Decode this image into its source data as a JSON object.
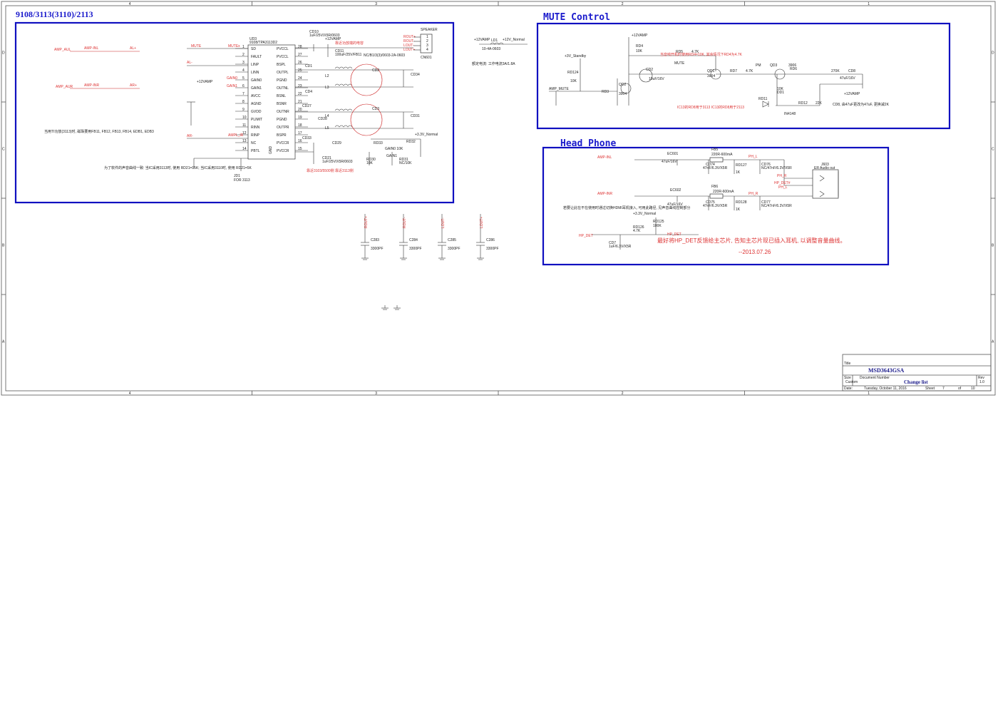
{
  "sections": {
    "amp_title": "9108/3113(3110)/2113",
    "mute_title": "MUTE Control",
    "hp_title": "Head Phone"
  },
  "amp": {
    "ic_ref": "UD3",
    "ic_part": "9108/TPA3113D2",
    "pins_left": [
      {
        "name": "SD",
        "num": "1"
      },
      {
        "name": "FAULT",
        "num": "2"
      },
      {
        "name": "LINP",
        "num": "3"
      },
      {
        "name": "LINN",
        "num": "4"
      },
      {
        "name": "GAIN0",
        "num": "5"
      },
      {
        "name": "GAIN1",
        "num": "6"
      },
      {
        "name": "AVCC",
        "num": "7"
      },
      {
        "name": "AGND",
        "num": "8"
      },
      {
        "name": "GVDD",
        "num": "9"
      },
      {
        "name": "PLIMIT",
        "num": "10"
      },
      {
        "name": "RINN",
        "num": "11"
      },
      {
        "name": "RINP",
        "num": "12"
      },
      {
        "name": "NC",
        "num": "13"
      },
      {
        "name": "PBTL",
        "num": "14"
      }
    ],
    "pins_right": [
      {
        "name": "PVCCL",
        "num": "28"
      },
      {
        "name": "PVCCL",
        "num": "27"
      },
      {
        "name": "BSPL",
        "num": "26"
      },
      {
        "name": "OUTPL",
        "num": "25"
      },
      {
        "name": "PGND",
        "num": "24"
      },
      {
        "name": "OUTNL",
        "num": "23"
      },
      {
        "name": "BSNL",
        "num": "22"
      },
      {
        "name": "BSNR",
        "num": "21"
      },
      {
        "name": "OUTNR",
        "num": "20"
      },
      {
        "name": "PGND",
        "num": "19"
      },
      {
        "name": "OUTPR",
        "num": "18"
      },
      {
        "name": "BSPR",
        "num": "17"
      },
      {
        "name": "PVCCR",
        "num": "16"
      },
      {
        "name": "PVCCR",
        "num": "15"
      }
    ],
    "gnd_pin": "GND",
    "nets": [
      "AMP_AUL",
      "AMP-INL",
      "AL+",
      "AMP_AUR",
      "AMP-INR",
      "AR+",
      "MUTE",
      "MUTEx",
      "AL-",
      "AR-",
      "+12VAMP",
      "GAIN0",
      "GAIN1",
      "AMPL_IR"
    ],
    "speaker": {
      "title": "SPEAKER",
      "ref": "CN601",
      "pins": [
        "ROUT+",
        "ROUT-",
        "LOUT-",
        "LOUT+"
      ]
    },
    "jd1": {
      "ref": "JD1",
      "value": "FOR 3113"
    },
    "labels": [
      "CD10",
      "1uF/25V/X5R/0603",
      "+12VAMP",
      "CD11",
      "100uF/25V/FB11",
      "NC/B1/3(3)/0603-2A-0603",
      "CD1",
      "CD4",
      "CD2",
      "CD3",
      "L2",
      "L3",
      "L4",
      "L5",
      "CD27",
      "CD28",
      "CD29",
      "CD33",
      "CD34",
      "CD31",
      "RD32",
      "RD33",
      "RD30",
      "RD31",
      "CD21",
      "1uF/25V/X5R/0603",
      "+3.3V_Normal",
      "GAIN0 10K",
      "GAIN1",
      "10K",
      "NC/10K"
    ],
    "note1": "当用TI功放(3113)时, 磁珠要用FB11, FB12, FB13, FB14, EDB1, EDB3",
    "note2": "为了软件的声音曲线一致: 当IC采用3113时, 使用 RD21=15K; 当IC采用3110时, 使用 RD21=5K",
    "note3": "靠近3103/5500侧 靠近3113侧",
    "note4": "靠近功放端的电容"
  },
  "power": {
    "net_a": "+12VAMP",
    "ref": "LD1",
    "net_b": "+12V_Normal",
    "value": "10-4A-0603",
    "note": "额定电流: 工作电流3A/1.8A"
  },
  "caps_bottom": [
    {
      "net": "ROUT+",
      "ref": "C283",
      "value": "3300PF"
    },
    {
      "net": "ROUT-",
      "ref": "C284",
      "value": "3300PF"
    },
    {
      "net": "LOUT-",
      "ref": "C285",
      "value": "3300PF"
    },
    {
      "net": "LOUT+",
      "ref": "C286",
      "value": "3300PF"
    }
  ],
  "mute": {
    "labels": [
      "+12VAMP",
      "RD4",
      "10K",
      "RD5",
      "4.7K",
      "+3V_Standby",
      "RD124",
      "10K",
      "AMP_MUTE",
      "RD3",
      "QD2",
      "3904",
      "CD2",
      "10uF/16V",
      "QD1",
      "3904",
      "RD7",
      "4.7K",
      "PM",
      "QD3",
      "3906",
      "RD6",
      "270K",
      "CD8",
      "47uF/16V",
      "+12VAMP",
      "RD11",
      "10K",
      "DD1",
      "IN4148",
      "RD12",
      "22K",
      "MUTE"
    ],
    "note_red1": "当音响开机时使用RD4=10K, 其余情况下RD4为4.7K",
    "note_red2": "IC13的RD8用于3113 IC13的RD8用于2113",
    "note_gray": "CD8, 由47uF更改为47uF, 更换减2K"
  },
  "headphone": {
    "labels": [
      "AMP-INL",
      "EC601",
      "47uF/16V",
      "FB5",
      "220R-600mA",
      "CD74",
      "47nF/6.3V/X5R",
      "RD127",
      "1K",
      "CD76",
      "NC/47nF/6.3V/X5R",
      "PH_L",
      "J603",
      "ER Audio out",
      "PH_R",
      "HP_DET#",
      "PH_L",
      "AMP-INR",
      "EC602",
      "47uF/16V",
      "FB6",
      "220R-600mA",
      "CD75",
      "47nF/6.3V/X5R",
      "RD128",
      "1K",
      "CD77",
      "NC/47nF/6.3V/X5R",
      "PH_R",
      "+3.3V_Normal",
      "RD125",
      "100K",
      "HP_DET",
      "RD126",
      "4.7K",
      "HP_DET",
      "CD7",
      "1uF/6.3V/X5R"
    ],
    "note_gray": "若要让此在不在使用时通过切换HDMI耳机接入, 可用此路径, 见声音曲线控制部分",
    "note_red": "最好将HP_DET反馈给主芯片, 告知主芯片现已插入耳机, 以调整音量曲线。",
    "note_date": "--2013.07.26"
  },
  "title_block": {
    "title_label": "Title",
    "title": "MSD3643GSA",
    "size_label": "Size",
    "size": "Custom",
    "docnum_label": "Document Number",
    "docnum": "Change list",
    "rev_label": "Rev",
    "rev": "1.0",
    "date_label": "Date:",
    "date": "Tuesday, October 11, 2016",
    "sheet_label": "Sheet",
    "sheet": "7",
    "of_label": "of",
    "sheets": "10"
  },
  "border": {
    "cols": [
      "4",
      "3",
      "2",
      "1"
    ],
    "rows": [
      "D",
      "C",
      "B",
      "A"
    ]
  }
}
